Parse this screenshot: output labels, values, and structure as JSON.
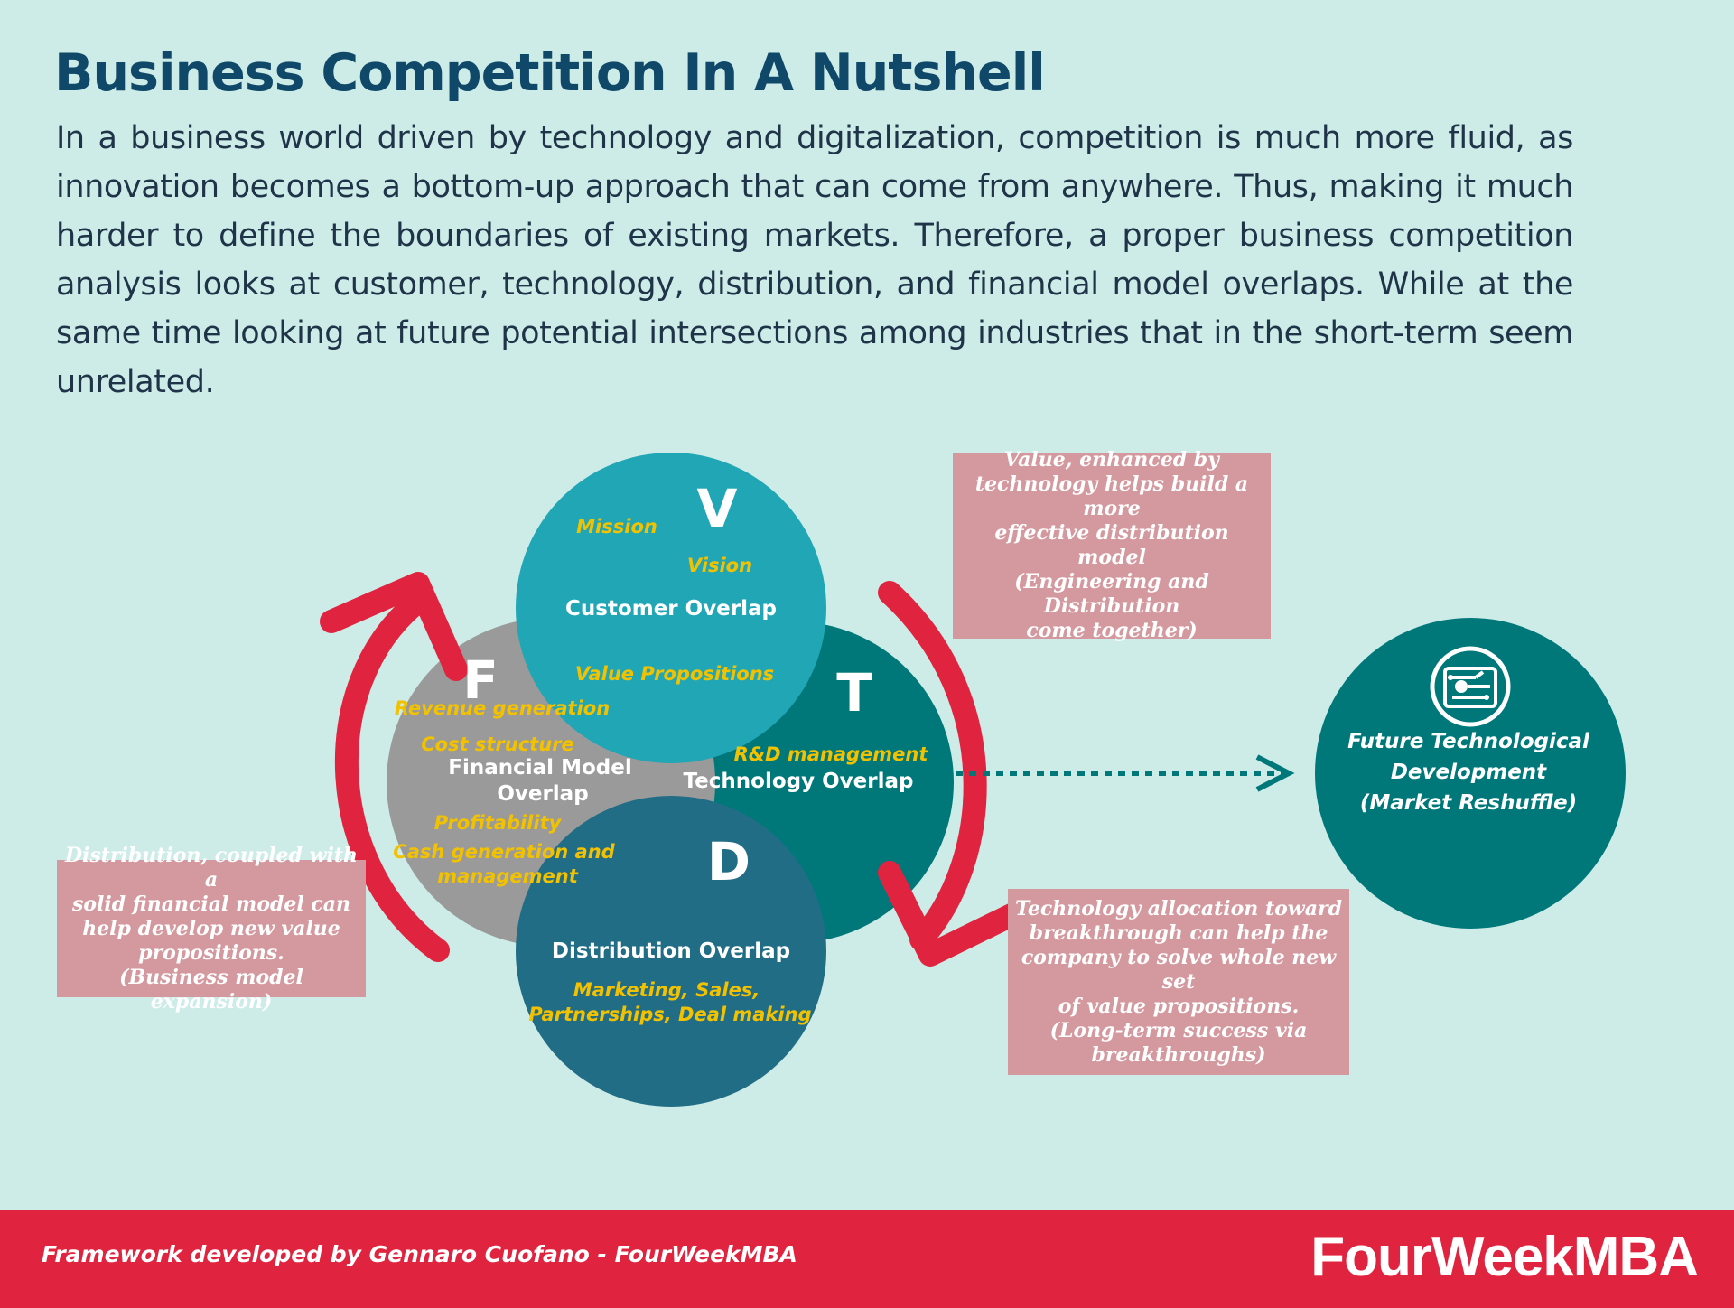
{
  "header": {
    "title": "Business Competition In A Nutshell",
    "intro": "In a business world driven by technology and digitalization, competition is much more fluid, as innovation becomes a bottom-up approach that can come from anywhere. Thus, making it much harder to define the boundaries of existing markets. Therefore, a proper business competition analysis looks at customer, technology, distribution, and financial model overlaps. While at the same time looking at future potential intersections among industries that in the short-term seem unrelated."
  },
  "diagram": {
    "financial": {
      "letter": "F",
      "title_line1": "Financial Model",
      "title_line2": "Overlap",
      "items": [
        "Revenue generation",
        "Cost structure",
        "Profitability",
        "Cash generation and",
        "management"
      ],
      "color": "#9a9a9a"
    },
    "value": {
      "letter": "V",
      "title": "Customer Overlap",
      "items": [
        "Mission",
        "Vision",
        "Value Propositions"
      ],
      "color": "#21a6b6"
    },
    "technology": {
      "letter": "T",
      "title": "Technology Overlap",
      "items": [
        "R&D management"
      ],
      "color": "#00787a"
    },
    "distribution": {
      "letter": "D",
      "title": "Distribution Overlap",
      "items": [
        "Marketing, Sales,",
        "Partnerships, Deal making"
      ],
      "color": "#226d86"
    },
    "future": {
      "line1": "Future Technological",
      "line2": "Development",
      "line3": "(Market Reshuffle)",
      "icon": "circuit-board-icon",
      "color": "#00787a"
    },
    "arrow_color": "#e0233e",
    "item_color": "#f2c200"
  },
  "notes": {
    "top_right": "Value, enhanced by\ntechnology helps build a more\neffective distribution model\n(Engineering and Distribution\ncome together)",
    "bottom_right": "Technology allocation toward\nbreakthrough can help the\ncompany to solve whole new set\nof value propositions.\n(Long-term success via\nbreakthroughs)",
    "left": "Distribution, coupled with a\nsolid financial model can\nhelp develop new value\npropositions.\n(Business model expansion)"
  },
  "footer": {
    "credit": "Framework developed by Gennaro Cuofano - FourWeekMBA",
    "brand": "FourWeekMBA"
  }
}
